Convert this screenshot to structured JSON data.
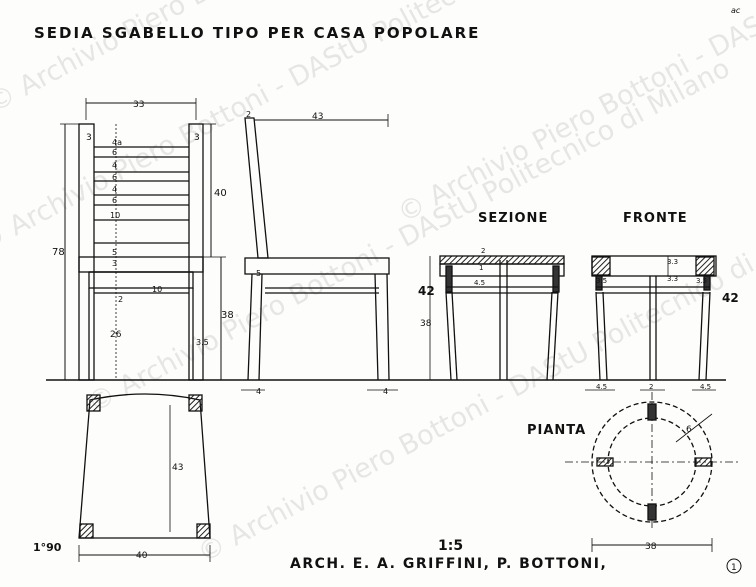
{
  "drawing": {
    "title": "SEDIA SGABELLO TIPO PER CASA POPOLARE",
    "corner_mark": "ac",
    "sheet_number": "1°90",
    "sheet_badge": "1",
    "scale": "1:5",
    "credits": "ARCH. E. A. GRIFFINI, P. BOTTONI,",
    "watermark": "© Archivio Piero Bottoni - DAStU Politecnico di Milano",
    "labels": {
      "section": "SEZIONE",
      "front": "FRONTE",
      "plan": "PIANTA"
    }
  },
  "dimensions": {
    "front": {
      "width": "33",
      "side_left": "3",
      "side_right": "3",
      "total_height": "78",
      "back_height": "40",
      "seat_height": "38",
      "leg": "26",
      "rail": "2",
      "cross": "10",
      "foot": "3.5",
      "slats": [
        "4a",
        "6",
        "4",
        "6",
        "4",
        "6",
        "10",
        "5",
        "3"
      ]
    },
    "side": {
      "depth": "43",
      "top": "2",
      "seat_edge": "5",
      "foot_left": "4",
      "foot_right": "4"
    },
    "section": {
      "height_total": "42",
      "height_seat": "38",
      "top_board": "2",
      "cushion": "1",
      "inner": "4.5"
    },
    "fronte": {
      "height": "42",
      "a": "3.3",
      "b": "3.3",
      "c": "3.5",
      "d": "3.5",
      "foot_a": "4.5",
      "foot_b": "2",
      "foot_c": "4.5"
    },
    "seat_plan": {
      "depth": "43",
      "width": "40"
    },
    "round_plan": {
      "diameter": "38",
      "ring": "6"
    }
  }
}
